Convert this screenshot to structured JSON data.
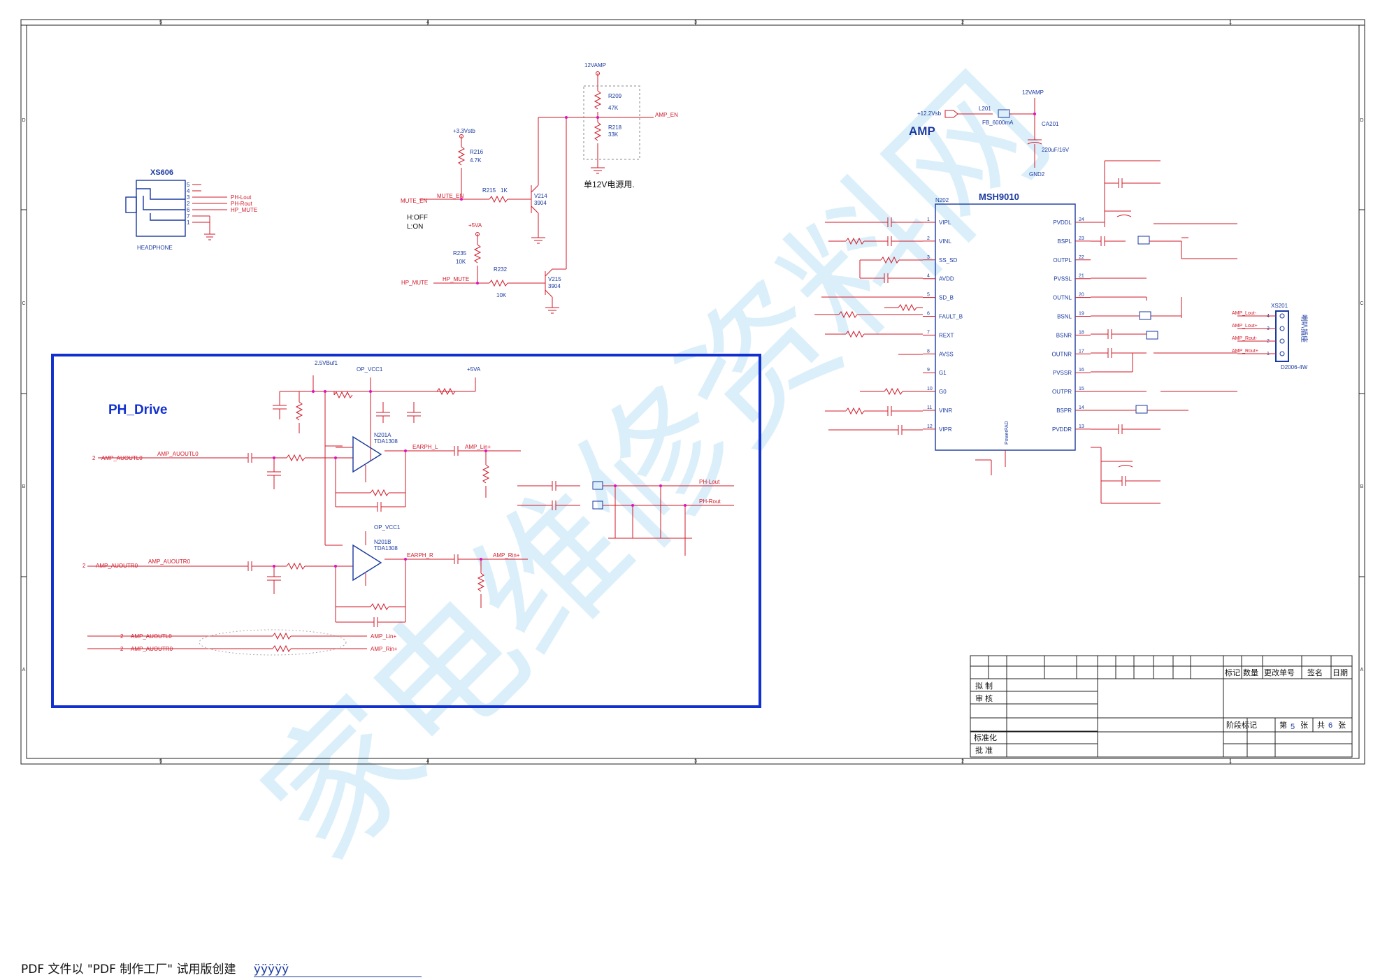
{
  "sections": {
    "amp_title": "AMP",
    "ph_drive_title": "PH_Drive"
  },
  "chips": {
    "amp_ic": "MSH9010",
    "amp_ref": "N202",
    "powerpad": "PowerPAD",
    "op_a_ref": "N201A",
    "op_a_part": "TDA1308",
    "op_b_ref": "N201B",
    "op_b_part": "TDA1308"
  },
  "amp_pins_left": [
    {
      "n": "1",
      "name": "VIPL"
    },
    {
      "n": "2",
      "name": "VINL"
    },
    {
      "n": "3",
      "name": "SS_SD"
    },
    {
      "n": "4",
      "name": "AVDD"
    },
    {
      "n": "5",
      "name": "SD_B"
    },
    {
      "n": "6",
      "name": "FAULT_B"
    },
    {
      "n": "7",
      "name": "REXT"
    },
    {
      "n": "8",
      "name": "AVSS"
    },
    {
      "n": "9",
      "name": "G1"
    },
    {
      "n": "10",
      "name": "G0"
    },
    {
      "n": "11",
      "name": "VINR"
    },
    {
      "n": "12",
      "name": "VIPR"
    }
  ],
  "amp_pins_right": [
    {
      "n": "24",
      "name": "PVDDL"
    },
    {
      "n": "23",
      "name": "BSPL"
    },
    {
      "n": "22",
      "name": "OUTPL"
    },
    {
      "n": "21",
      "name": "PVSSL"
    },
    {
      "n": "20",
      "name": "OUTNL"
    },
    {
      "n": "19",
      "name": "BSNL"
    },
    {
      "n": "18",
      "name": "BSNR"
    },
    {
      "n": "17",
      "name": "OUTNR"
    },
    {
      "n": "16",
      "name": "PVSSR"
    },
    {
      "n": "15",
      "name": "OUTPR"
    },
    {
      "n": "14",
      "name": "BSPR"
    },
    {
      "n": "13",
      "name": "PVDDR"
    }
  ],
  "headphone": {
    "ref": "XS606",
    "name": "HEADPHONE",
    "pins": [
      "5",
      "4",
      "3",
      "2",
      "6",
      "7",
      "1"
    ],
    "nets": [
      "PH-Lout",
      "PH-Rout",
      "HP_MUTE"
    ]
  },
  "speaker": {
    "ref": "XS201",
    "part": "D2006-4W",
    "vertical_label": "喇叭插座",
    "pins": [
      "4",
      "3",
      "2",
      "1"
    ],
    "nets": [
      "AMP_Lout-",
      "AMP_Lout+",
      "AMP_Rout-",
      "AMP_Rout+"
    ]
  },
  "mute_circuit": {
    "r216": "R216",
    "r216_val": "4.7K",
    "r215": "R215",
    "r215_val": "1K",
    "v214": "V214",
    "v214_part": "3904",
    "r235": "R235",
    "r235_val": "10K",
    "r232": "R232",
    "r232_val": "10K",
    "v215": "V215",
    "v215_part": "3904",
    "r209": "R209",
    "r209_val": "47K",
    "r218": "R218",
    "r218_val": "33K",
    "mute_en": "MUTE_EN",
    "hp_mute": "HP_MUTE",
    "amp_en": "AMP_EN",
    "state_off": "H:OFF",
    "state_on": "L:ON",
    "note": "单12V电源用.",
    "rail_3v3": "+3.3Vstb",
    "rail_5va": "+5VA",
    "rail_12v": "12VAMP"
  },
  "power": {
    "vin": "+12.2Vsb",
    "l201": "L201",
    "l201_val": "FB_6000mA",
    "ca201": "CA201",
    "ca201_val": "220uF/16V",
    "rail": "12VAMP",
    "gnd": "GND2"
  },
  "ph_drive": {
    "rail_buf": "2.5VBuf1",
    "op_vcc": "OP_VCC1",
    "rail_5va": "+5VA",
    "in_l": "AMP_AUOUTL0",
    "in_r": "AMP_AUOUTR0",
    "out_l": "EARPH_L",
    "out_r": "EARPH_R",
    "amp_lin": "AMP_Lin+",
    "amp_rin": "AMP_Rin+",
    "ph_lout": "PH-Lout",
    "ph_rout": "PH-Rout",
    "sheet_ref": "2"
  },
  "title_block": {
    "hdr_mark": "标记",
    "hdr_qty": "数量",
    "hdr_change": "更改单号",
    "hdr_sign": "签名",
    "hdr_date": "日期",
    "draft": "拟  制",
    "review": "审  核",
    "standard": "标准化",
    "approve": "批  准",
    "stage": "阶段标记",
    "sheet_of_prefix": "第",
    "sheet_no": "5",
    "sheet_of_mid": "张",
    "total_prefix": "共",
    "total": "6",
    "total_suffix": "张"
  },
  "border_cols": [
    "5",
    "4",
    "3",
    "2",
    "1"
  ],
  "border_rows": [
    "D",
    "C",
    "B",
    "A"
  ],
  "watermark": "家电维修资料网",
  "footer": {
    "text": "PDF 文件以 \"PDF 制作工厂\" 试用版创建",
    "link": "ÿÿÿÿÿ"
  },
  "colors": {
    "wire": "#d11a2a",
    "part": "#1a3aa0",
    "junction": "#e010c0",
    "frame": "#202020",
    "blue_box": "#1230d0",
    "watermark": "#bfe3f7"
  }
}
